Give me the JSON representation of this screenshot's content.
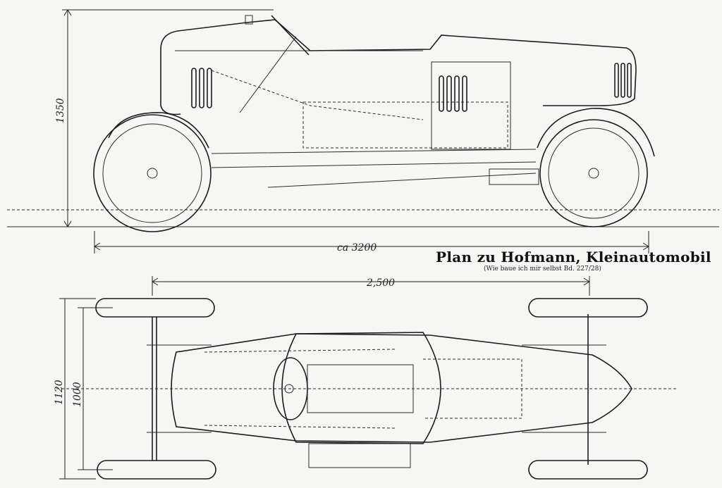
{
  "drawing": {
    "title": "Plan zu Hofmann, Kleinautomobil",
    "subtitle": "(Wie baue ich mir selbst Bd. 227/28)",
    "dimensions": {
      "side_height": "1350",
      "side_length": "ca 3200",
      "top_wheelbase": "2,500",
      "top_track_outer": "1120",
      "top_track_inner": "1000"
    }
  },
  "views": [
    "side-elevation",
    "plan-view"
  ],
  "colors": {
    "ink": "#1c1c1c",
    "paper": "#f6f6f4"
  }
}
